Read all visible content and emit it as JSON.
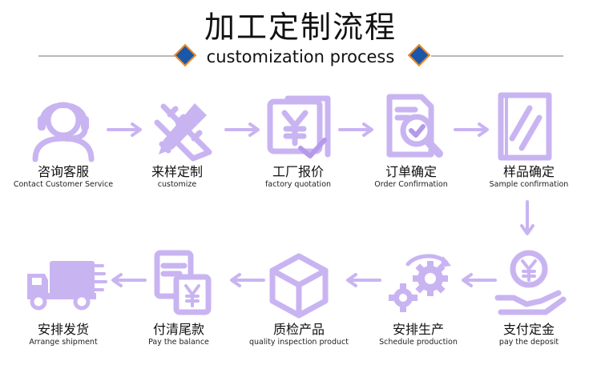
{
  "header": {
    "title": "加工定制流程",
    "subtitle": "customization process"
  },
  "steps": [
    {
      "cn": "咨询客服",
      "en": "Contact Customer Service",
      "icon": "headset-agent-icon"
    },
    {
      "cn": "来样定制",
      "en": "customize",
      "icon": "pencil-ruler-icon"
    },
    {
      "cn": "工厂报价",
      "en": "factory quotation",
      "icon": "yen-price-icon"
    },
    {
      "cn": "订单确定",
      "en": "Order Confirmation",
      "icon": "document-magnifier-check-icon"
    },
    {
      "cn": "样品确定",
      "en": "Sample confirmation",
      "icon": "glass-sample-icon"
    },
    {
      "cn": "支付定金",
      "en": "pay the deposit",
      "icon": "coin-hand-icon"
    },
    {
      "cn": "安排生产",
      "en": "Schedule production",
      "icon": "gears-icon"
    },
    {
      "cn": "质检产品",
      "en": "quality inspection product",
      "icon": "cube-box-icon"
    },
    {
      "cn": "付清尾款",
      "en": "Pay the balance",
      "icon": "bill-yen-icon"
    },
    {
      "cn": "安排发货",
      "en": "Arrange shipment",
      "icon": "delivery-truck-icon"
    }
  ],
  "colors": {
    "icon": "#c9b4f2",
    "diamond_fill": "#1b56a8",
    "diamond_border": "#ee8a22",
    "line": "#b9b9b9"
  }
}
